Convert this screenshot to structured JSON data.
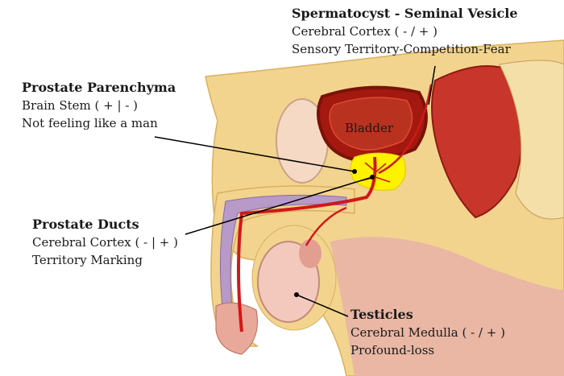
{
  "labels": {
    "seminal_vesicle": {
      "title": "Spermatocyst - Seminal Vesicle",
      "line1": "Cerebral Cortex ( - / + )",
      "line2": "Sensory Territory-Competition-Fear"
    },
    "prostate_parenchyma": {
      "title": "Prostate Parenchyma",
      "line1": "Brain Stem ( + | - )",
      "line2": "Not feeling like a man"
    },
    "prostate_ducts": {
      "title": "Prostate Ducts",
      "line1": "Cerebral Cortex  ( - | + )",
      "line2": "Territory Marking"
    },
    "testicles": {
      "title": "Testicles",
      "line1": "Cerebral Medulla ( - / + )",
      "line2": "Profound-loss"
    },
    "bladder": "Bladder"
  },
  "colors": {
    "tissue": "#f2d48e",
    "skin": "#e9b7a4",
    "muscle": "#c8352a",
    "duct": "#d01818",
    "prostate": "#fff200",
    "bladder_wall": "#9c1a10"
  }
}
